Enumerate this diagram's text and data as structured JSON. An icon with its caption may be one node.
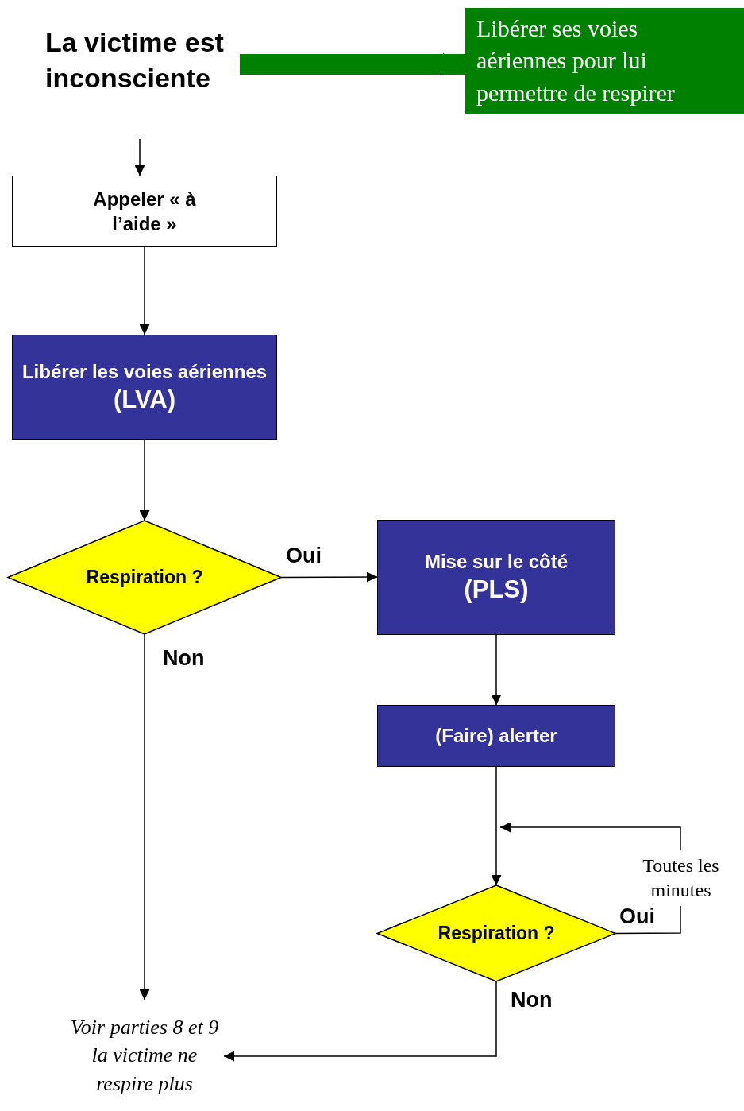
{
  "diagram": {
    "nodes": [
      {
        "text": [
          "La victime est inconsciente"
        ]
      },
      {
        "text": [
          "Libérer ses voies aériennes pour lui permettre de respirer"
        ]
      },
      {
        "text": [
          "Appeler « à l’aide »"
        ]
      },
      {
        "text": [
          "Libérer les voies aériennes",
          "(LVA)"
        ]
      },
      {
        "text": [
          "Respiration ?"
        ]
      },
      {
        "text": [
          "Mise sur le côté",
          "(PLS)"
        ]
      },
      {
        "text": [
          "(Faire) alerter"
        ]
      },
      {
        "text": [
          "Respiration ?"
        ]
      },
      {
        "text": [
          "Voir parties 8 et 9",
          "la victime ne respire plus"
        ]
      }
    ],
    "edges": [
      {
        "from": 0,
        "to": 1,
        "arrow": "to",
        "style": "thick",
        "color": "#008000"
      },
      {
        "from": null,
        "to": 2,
        "arrow": "to"
      },
      {
        "from": 2,
        "to": 3,
        "arrow": "to"
      },
      {
        "from": 3,
        "to": 4,
        "arrow": "to"
      },
      {
        "from": 4,
        "to": 5,
        "arrow": "to",
        "label": "Oui"
      },
      {
        "from": 4,
        "to": 8,
        "arrow": "to",
        "label": "Non"
      },
      {
        "from": 5,
        "to": 6,
        "arrow": "to"
      },
      {
        "from": 6,
        "to": 7,
        "arrow": "to"
      },
      {
        "from": 7,
        "to": null,
        "arrow": "to",
        "label": "Toutes les minutes"
      },
      {
        "from": 7,
        "to": 8,
        "arrow": "to",
        "label": "Non"
      }
    ],
    "labels": [
      "Oui"
    ]
  }
}
